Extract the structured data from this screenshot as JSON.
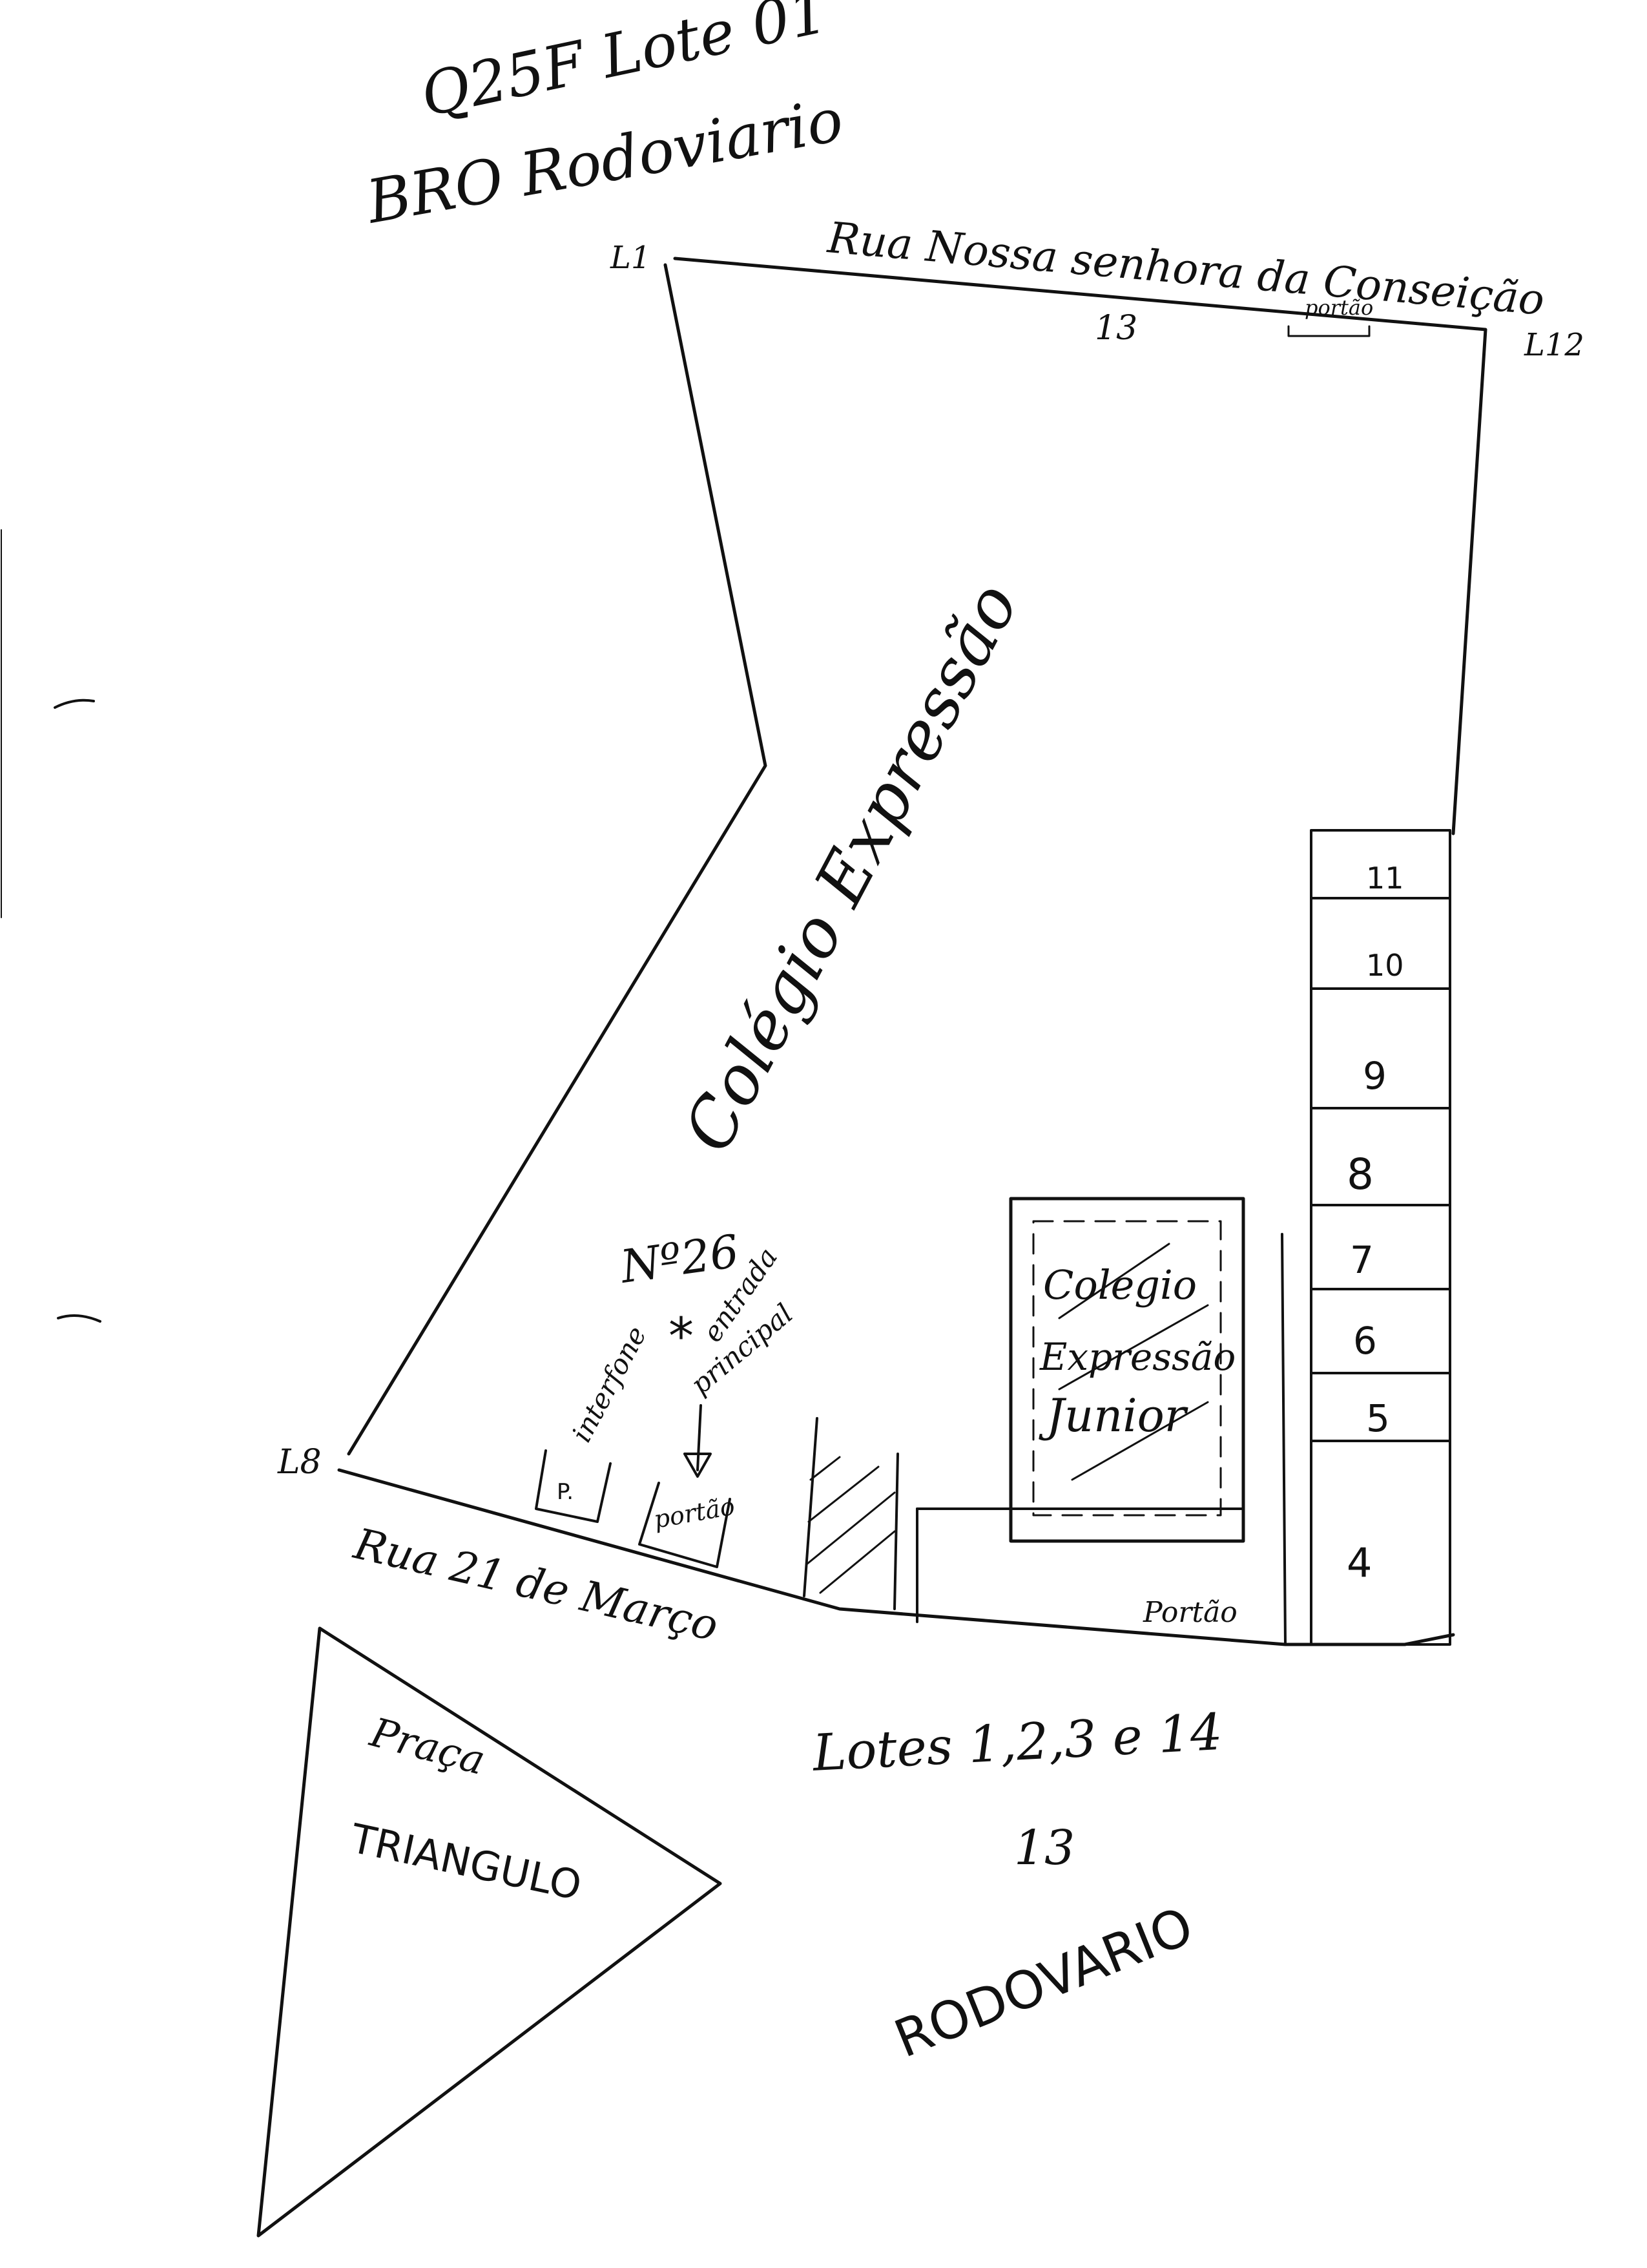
{
  "header": {
    "line1": "Q25F Lote 01",
    "line2": "BRO Rodoviario"
  },
  "streets": {
    "top": "Rua Nossa senhora da Conseição",
    "bottom": "Rua 21 de Março"
  },
  "corners": {
    "top_left": "L1",
    "top_right": "L12",
    "bottom_left": "L8"
  },
  "lot_numbers": {
    "top_edge": "13",
    "bottom": "13"
  },
  "gates": {
    "top": "portão",
    "bottom_left": "portão",
    "bottom_right": "Portão",
    "small_box": "P."
  },
  "school": {
    "main_name": "Colégio Expressão",
    "number": "Nº26",
    "intercom": "interfone",
    "asterisk": "*",
    "entrance_line1": "entrada",
    "entrance_line2": "principal",
    "junior_line1": "Colegio",
    "junior_line2": "Expressão",
    "junior_line3": "Junior"
  },
  "lots_column": [
    "11",
    "10",
    "9",
    "8",
    "7",
    "6",
    "5",
    "4"
  ],
  "lots_label": "Lotes 1,2,3 e 14",
  "square": {
    "line1": "Praça",
    "line2": "TRIANGULO"
  },
  "rodoviario": "RODOVARIO",
  "colors": {
    "ink": "#111111",
    "paper": "#ffffff"
  }
}
